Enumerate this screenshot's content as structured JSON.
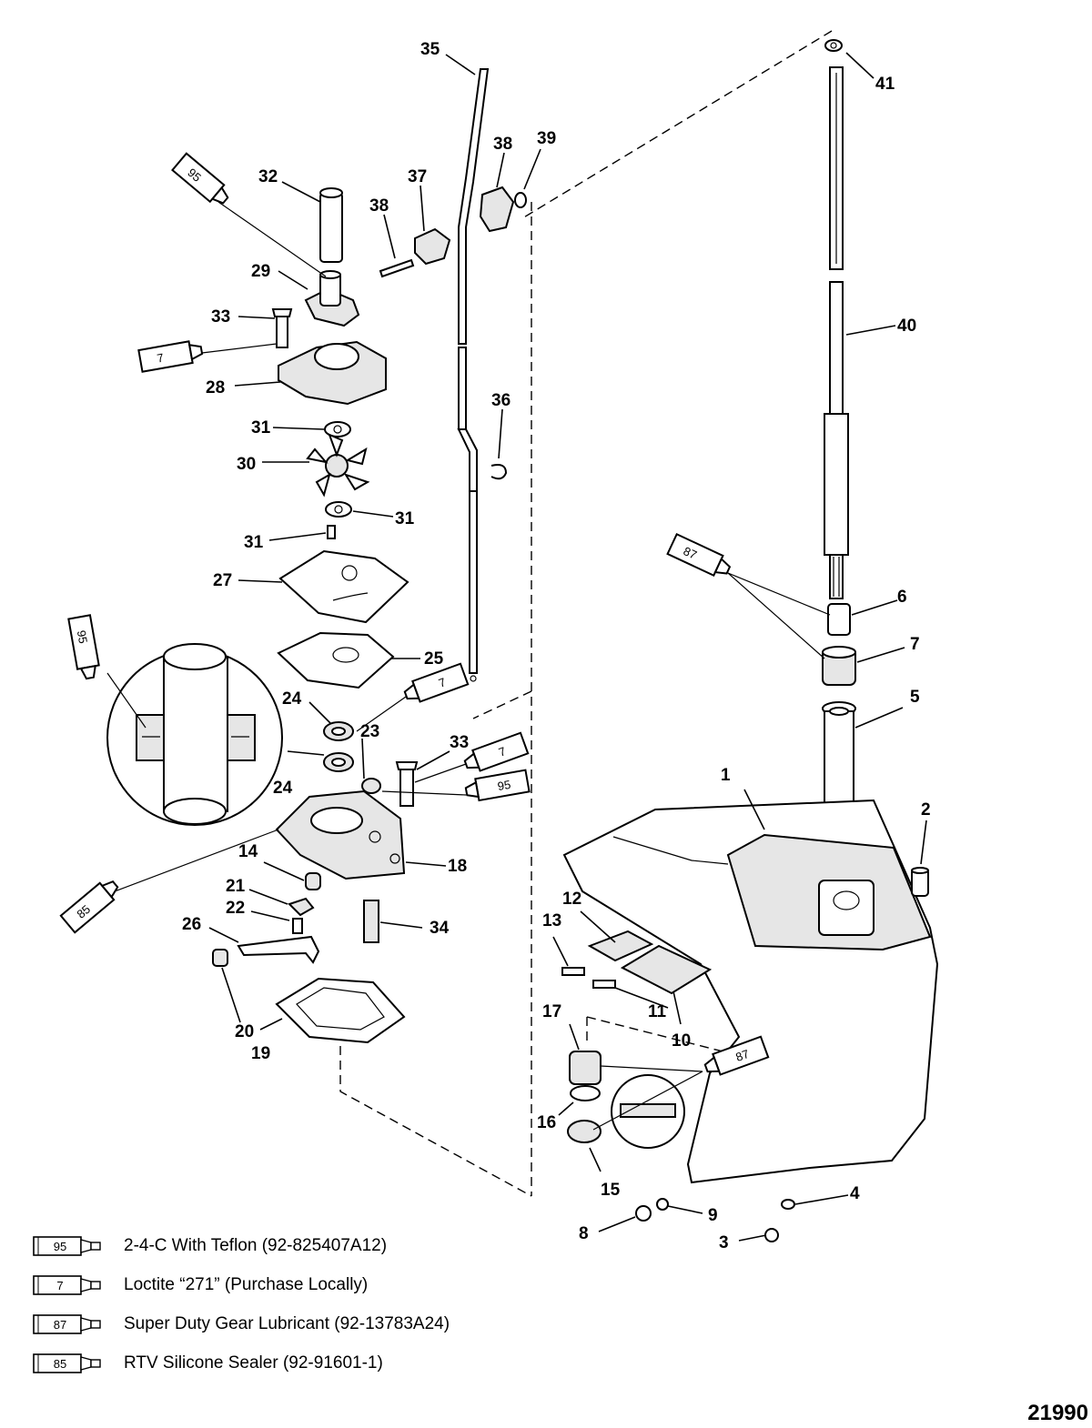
{
  "figure_id": "21990",
  "callouts": [
    {
      "id": "c1",
      "text": "1"
    },
    {
      "id": "c2",
      "text": "2"
    },
    {
      "id": "c3",
      "text": "3"
    },
    {
      "id": "c4",
      "text": "4"
    },
    {
      "id": "c5",
      "text": "5"
    },
    {
      "id": "c6",
      "text": "6"
    },
    {
      "id": "c7",
      "text": "7"
    },
    {
      "id": "c8",
      "text": "8"
    },
    {
      "id": "c9",
      "text": "9"
    },
    {
      "id": "c10",
      "text": "10"
    },
    {
      "id": "c11",
      "text": "11"
    },
    {
      "id": "c12",
      "text": "12"
    },
    {
      "id": "c13",
      "text": "13"
    },
    {
      "id": "c14",
      "text": "14"
    },
    {
      "id": "c15",
      "text": "15"
    },
    {
      "id": "c16",
      "text": "16"
    },
    {
      "id": "c17",
      "text": "17"
    },
    {
      "id": "c18",
      "text": "18"
    },
    {
      "id": "c19",
      "text": "19"
    },
    {
      "id": "c20",
      "text": "20"
    },
    {
      "id": "c21",
      "text": "21"
    },
    {
      "id": "c22",
      "text": "22"
    },
    {
      "id": "c23",
      "text": "23"
    },
    {
      "id": "c24a",
      "text": "24"
    },
    {
      "id": "c24b",
      "text": "24"
    },
    {
      "id": "c25",
      "text": "25"
    },
    {
      "id": "c26",
      "text": "26"
    },
    {
      "id": "c27",
      "text": "27"
    },
    {
      "id": "c28",
      "text": "28"
    },
    {
      "id": "c29",
      "text": "29"
    },
    {
      "id": "c30",
      "text": "30"
    },
    {
      "id": "c31a",
      "text": "31"
    },
    {
      "id": "c31b",
      "text": "31"
    },
    {
      "id": "c31c",
      "text": "31"
    },
    {
      "id": "c32",
      "text": "32"
    },
    {
      "id": "c33a",
      "text": "33"
    },
    {
      "id": "c33b",
      "text": "33"
    },
    {
      "id": "c34",
      "text": "34"
    },
    {
      "id": "c35",
      "text": "35"
    },
    {
      "id": "c36",
      "text": "36"
    },
    {
      "id": "c37",
      "text": "37"
    },
    {
      "id": "c38a",
      "text": "38"
    },
    {
      "id": "c38b",
      "text": "38"
    },
    {
      "id": "c39",
      "text": "39"
    },
    {
      "id": "c40",
      "text": "40"
    },
    {
      "id": "c41",
      "text": "41"
    }
  ],
  "tubes": [
    {
      "id": "t95a",
      "code": "95"
    },
    {
      "id": "t7a",
      "code": "7"
    },
    {
      "id": "t95b",
      "code": "95"
    },
    {
      "id": "t85",
      "code": "85"
    },
    {
      "id": "t7b",
      "code": "7"
    },
    {
      "id": "t7c",
      "code": "7"
    },
    {
      "id": "t95c",
      "code": "95"
    },
    {
      "id": "t87a",
      "code": "87"
    },
    {
      "id": "t87b",
      "code": "87"
    }
  ],
  "legend": [
    {
      "code": "95",
      "text": "2-4-C  With Teflon (92-825407A12)"
    },
    {
      "code": "7",
      "text": "Loctite “271” (Purchase Locally)"
    },
    {
      "code": "87",
      "text": "Super Duty Gear Lubricant (92-13783A24)"
    },
    {
      "code": "85",
      "text": "RTV Silicone Sealer (92-91601-1)"
    }
  ]
}
